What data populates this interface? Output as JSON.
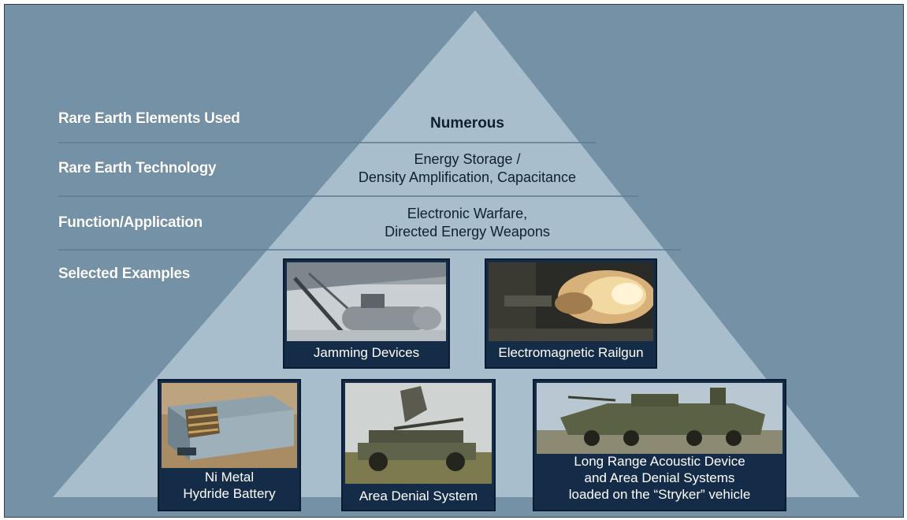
{
  "row_labels": {
    "elements": "Rare Earth Elements Used",
    "technology": "Rare Earth Technology",
    "function": "Function/Application",
    "examples": "Selected Examples"
  },
  "tiers": {
    "elements": "Numerous",
    "technology_line1": "Energy Storage /",
    "technology_line2": "Density Amplification, Capacitance",
    "function_line1": "Electronic Warfare,",
    "function_line2": "Directed Energy Weapons"
  },
  "examples": {
    "jamming": {
      "caption": "Jamming Devices",
      "image": "jamming-pod-under-aircraft-photo"
    },
    "railgun": {
      "caption": "Electromagnetic Railgun",
      "image": "railgun-muzzle-blast-photo"
    },
    "battery": {
      "caption_line1": "Ni Metal",
      "caption_line2": "Hydride Battery",
      "image": "battery-pack-cutaway-photo"
    },
    "area_denial": {
      "caption": "Area Denial System",
      "image": "humvee-with-dish-photo"
    },
    "stryker": {
      "caption_line1": "Long Range Acoustic Device",
      "caption_line2": "and Area Denial Systems",
      "caption_line3": "loaded on the “Stryker” vehicle",
      "image": "stryker-vehicle-photo"
    }
  },
  "colors": {
    "background": "#7491a6",
    "pyramid": "#a9becc",
    "divider": "#5d7a90",
    "label_text": "#ffffff",
    "tier_text": "#0e2030",
    "card": "#142c47"
  }
}
